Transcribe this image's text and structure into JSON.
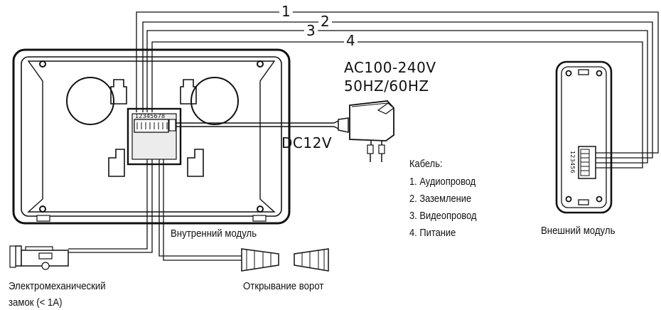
{
  "labels": {
    "power_ac": "AC100-240V",
    "power_freq": "50HZ/60HZ",
    "power_dc": "DC12V",
    "indoor_module": "Внутренний модуль",
    "outdoor_module": "Внешний модуль",
    "lock_line1": "Электромеханический",
    "lock_line2": "замок (< 1A)",
    "gate": "Открывание ворот",
    "indoor_pins": "12345678",
    "outdoor_pins": "123456"
  },
  "cable_legend": {
    "title": "Кабель:",
    "items": [
      "1. Аудиопровод",
      "2. Заземление",
      "3. Видеопровод",
      "4. Питание"
    ]
  },
  "wire_numbers": [
    "1",
    "2",
    "3",
    "4"
  ]
}
